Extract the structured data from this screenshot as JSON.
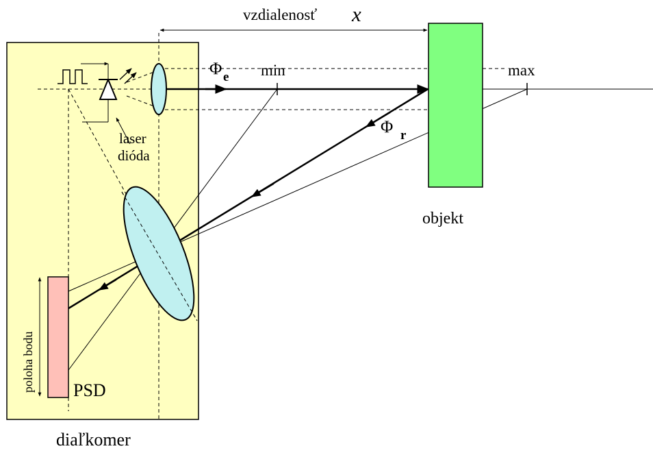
{
  "colors": {
    "housing": "#FFFFC0",
    "object": "#80FF80",
    "psd": "#FFC0B8",
    "lens": "#C0F0F0",
    "line": "#000000"
  },
  "labels": {
    "distance_word": "vzdialenosť",
    "distance_var": "x",
    "phi_symbol_e": "Φ",
    "phi_sub_e": "e",
    "phi_symbol_r": "Φ",
    "phi_sub_r": "r",
    "min": "min",
    "max": "max",
    "laser_line1": "laser",
    "laser_line2": "dióda",
    "object": "objekt",
    "psd": "PSD",
    "position": "poloha bodu",
    "rangefinder": "diaľkomer"
  }
}
